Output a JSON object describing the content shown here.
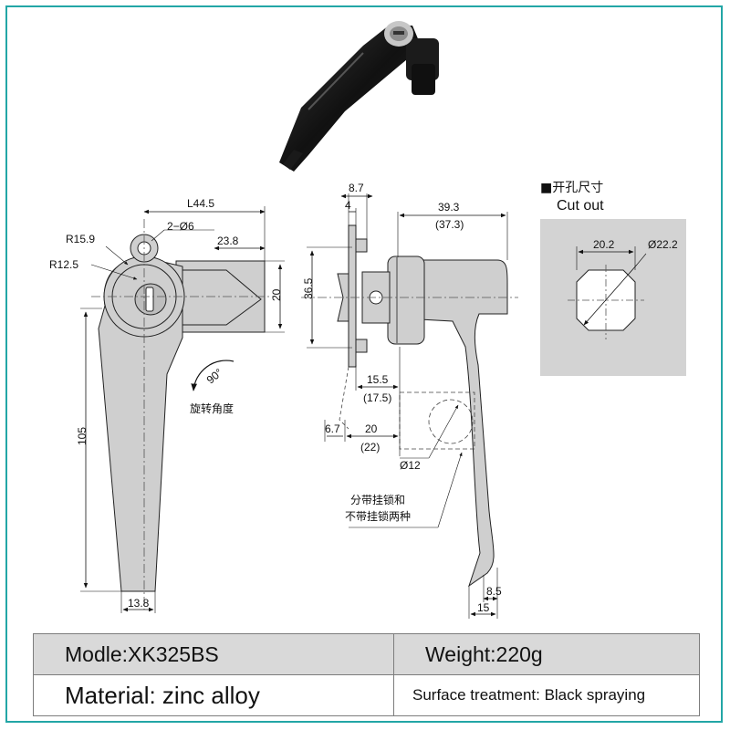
{
  "product": {
    "model": "Modle:XK325BS",
    "weight": "Weight:220g",
    "material": "Material: zinc alloy",
    "surface": "Surface treatment: Black spraying"
  },
  "cutout": {
    "title_cn": "■开孔尺寸",
    "title_en": "Cut out",
    "dim_width": "20.2",
    "dim_diameter": "Ø22.2"
  },
  "front_view": {
    "overall_length": "L44.5",
    "holes": "2−Ø6",
    "radius_outer": "R15.9",
    "radius_inner": "R12.5",
    "cam_length": "23.8",
    "cam_height": "20",
    "handle_length": "105",
    "handle_tip_width": "13.8",
    "rotation_angle": "90°",
    "rotation_label": "旋转角度"
  },
  "side_view": {
    "plate_width": "8.7",
    "plate_thickness": "4",
    "height": "36.5",
    "length": "39.3",
    "length_alt": "(37.3)",
    "shaft_len": "15.5",
    "shaft_len_alt": "(17.5)",
    "base_len": "20",
    "base_len_alt": "(22)",
    "offset": "6.7",
    "cam_diameter": "Ø12",
    "tip_width": "8.5",
    "tip_total": "15",
    "note_line1": "分带挂锁和",
    "note_line2": "不带挂锁两种"
  }
}
